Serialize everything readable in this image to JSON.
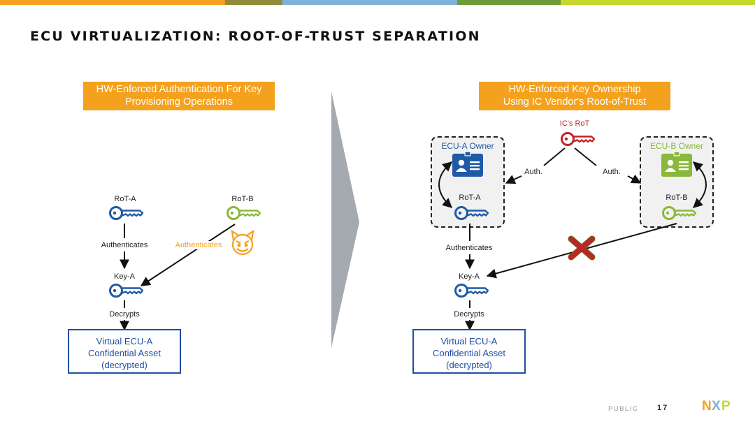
{
  "topbar_colors": [
    "#f4a11d",
    "#8f8b3a",
    "#7eb3d8",
    "#6e9a3a",
    "#c7d72b"
  ],
  "title": "ECU VIRTUALIZATION: ROOT-OF-TRUST SEPARATION",
  "left": {
    "banner_line1": "HW-Enforced Authentication For Key",
    "banner_line2": "Provisioning Operations",
    "rot_a": "RoT-A",
    "rot_b": "RoT-B",
    "authenticates": "Authenticates",
    "authenticates_attacker": "Authenticates",
    "key_a": "Key-A",
    "decrypts": "Decrypts",
    "asset_line1": "Virtual ECU-A",
    "asset_line2": "Confidential Asset",
    "asset_line3": "(decrypted)"
  },
  "right": {
    "banner_line1": "HW-Enforced Key Ownership",
    "banner_line2": "Using IC Vendor's Root-of-Trust",
    "ic_rot": "IC's RoT",
    "auth_left": "Auth.",
    "auth_right": "Auth.",
    "ecu_a_owner": "ECU-A Owner",
    "ecu_b_owner": "ECU-B Owner",
    "rot_a": "RoT-A",
    "rot_b": "RoT-B",
    "authenticates": "Authenticates",
    "key_a": "Key-A",
    "decrypts": "Decrypts",
    "asset_line1": "Virtual ECU-A",
    "asset_line2": "Confidential Asset",
    "asset_line3": "(decrypted)"
  },
  "colors": {
    "blue": "#1f5aa6",
    "green": "#8ab83a",
    "orange": "#f4a11d",
    "red": "#c0242a",
    "gray_arrow": "#a4aab0"
  },
  "icons": [
    "key-icon",
    "devil-face-icon",
    "id-card-icon",
    "cross-icon",
    "chevron-arrow-icon"
  ],
  "footer": {
    "classification": "PUBLIC",
    "page": "17",
    "logo": "NXP"
  }
}
